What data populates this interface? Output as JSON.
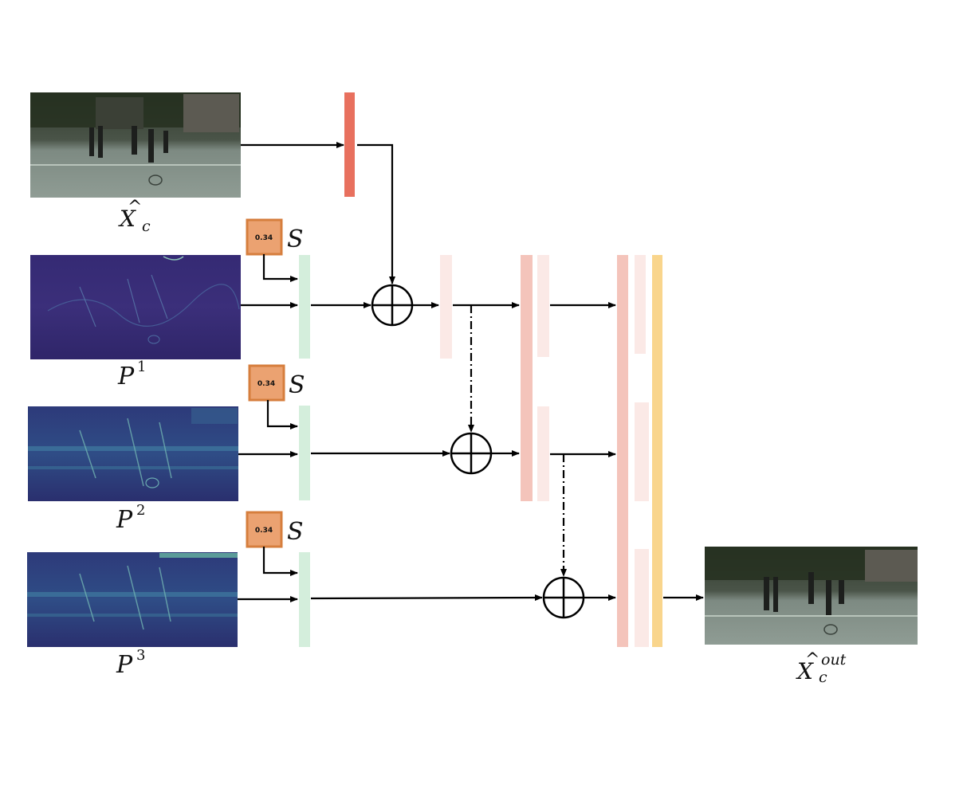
{
  "inputs": {
    "x_c": {
      "label": "X",
      "accent": "^",
      "subscript": "c",
      "kind": "rgb-street-scene"
    },
    "p1": {
      "label": "P",
      "superscript": "1",
      "kind": "viridis-feature-map"
    },
    "p2": {
      "label": "P",
      "superscript": "2",
      "kind": "viridis-feature-map"
    },
    "p3": {
      "label": "P",
      "superscript": "3",
      "kind": "viridis-feature-map"
    }
  },
  "score_badges": [
    {
      "value": "0.34",
      "symbol": "S"
    },
    {
      "value": "0.34",
      "symbol": "S"
    },
    {
      "value": "0.34",
      "symbol": "S"
    }
  ],
  "output": {
    "label": "X",
    "accent": "^",
    "subscript": "c",
    "superscript": "out",
    "kind": "rgb-street-scene"
  },
  "colors": {
    "xc_block": "#e8705e",
    "p_block": "#d4eedc",
    "fused_light": "#fbe9e6",
    "fused_mid": "#f4c4bb",
    "final_block": "#f9d58c",
    "badge_fill": "#eba271",
    "badge_border": "#d67e3d",
    "arrow": "#000000",
    "map_bg": "#3a2472"
  }
}
